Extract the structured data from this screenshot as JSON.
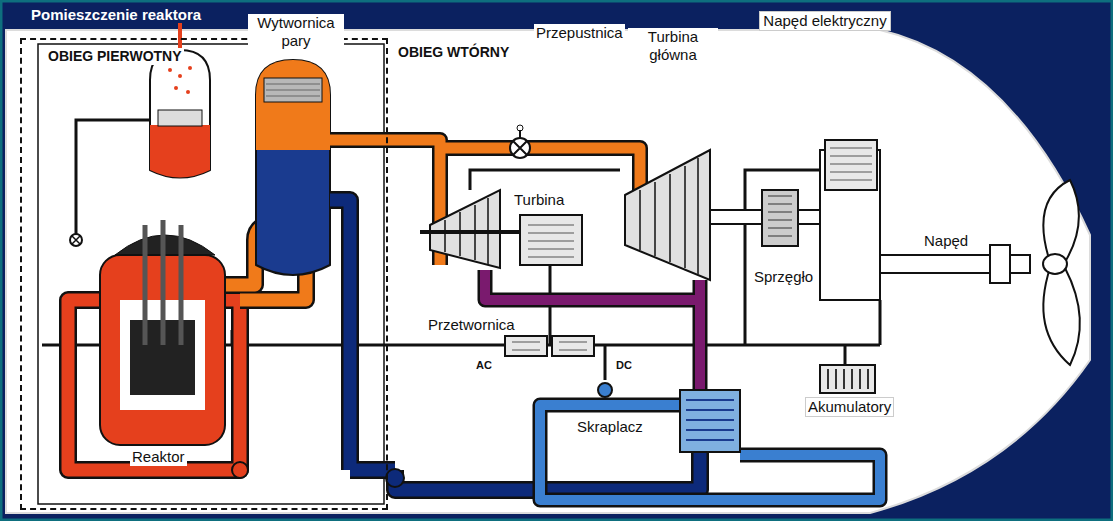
{
  "diagram": {
    "nodes": [
      {
        "text": [
          "Pomieszczenie reaktora"
        ]
      }
    ],
    "labels": [
      "OBIEG PIERWOTNY",
      "Wytwornica pary",
      "OBIEG WTÓRNY",
      "Przepustnica",
      "Turbina główna",
      "Turbina",
      "Napęd elektryczny",
      "Napęd",
      "Sprzęgło",
      "Przetwornica",
      "AC",
      "DC",
      "Skraplacz",
      "Akumulatory",
      "Reaktor"
    ]
  }
}
